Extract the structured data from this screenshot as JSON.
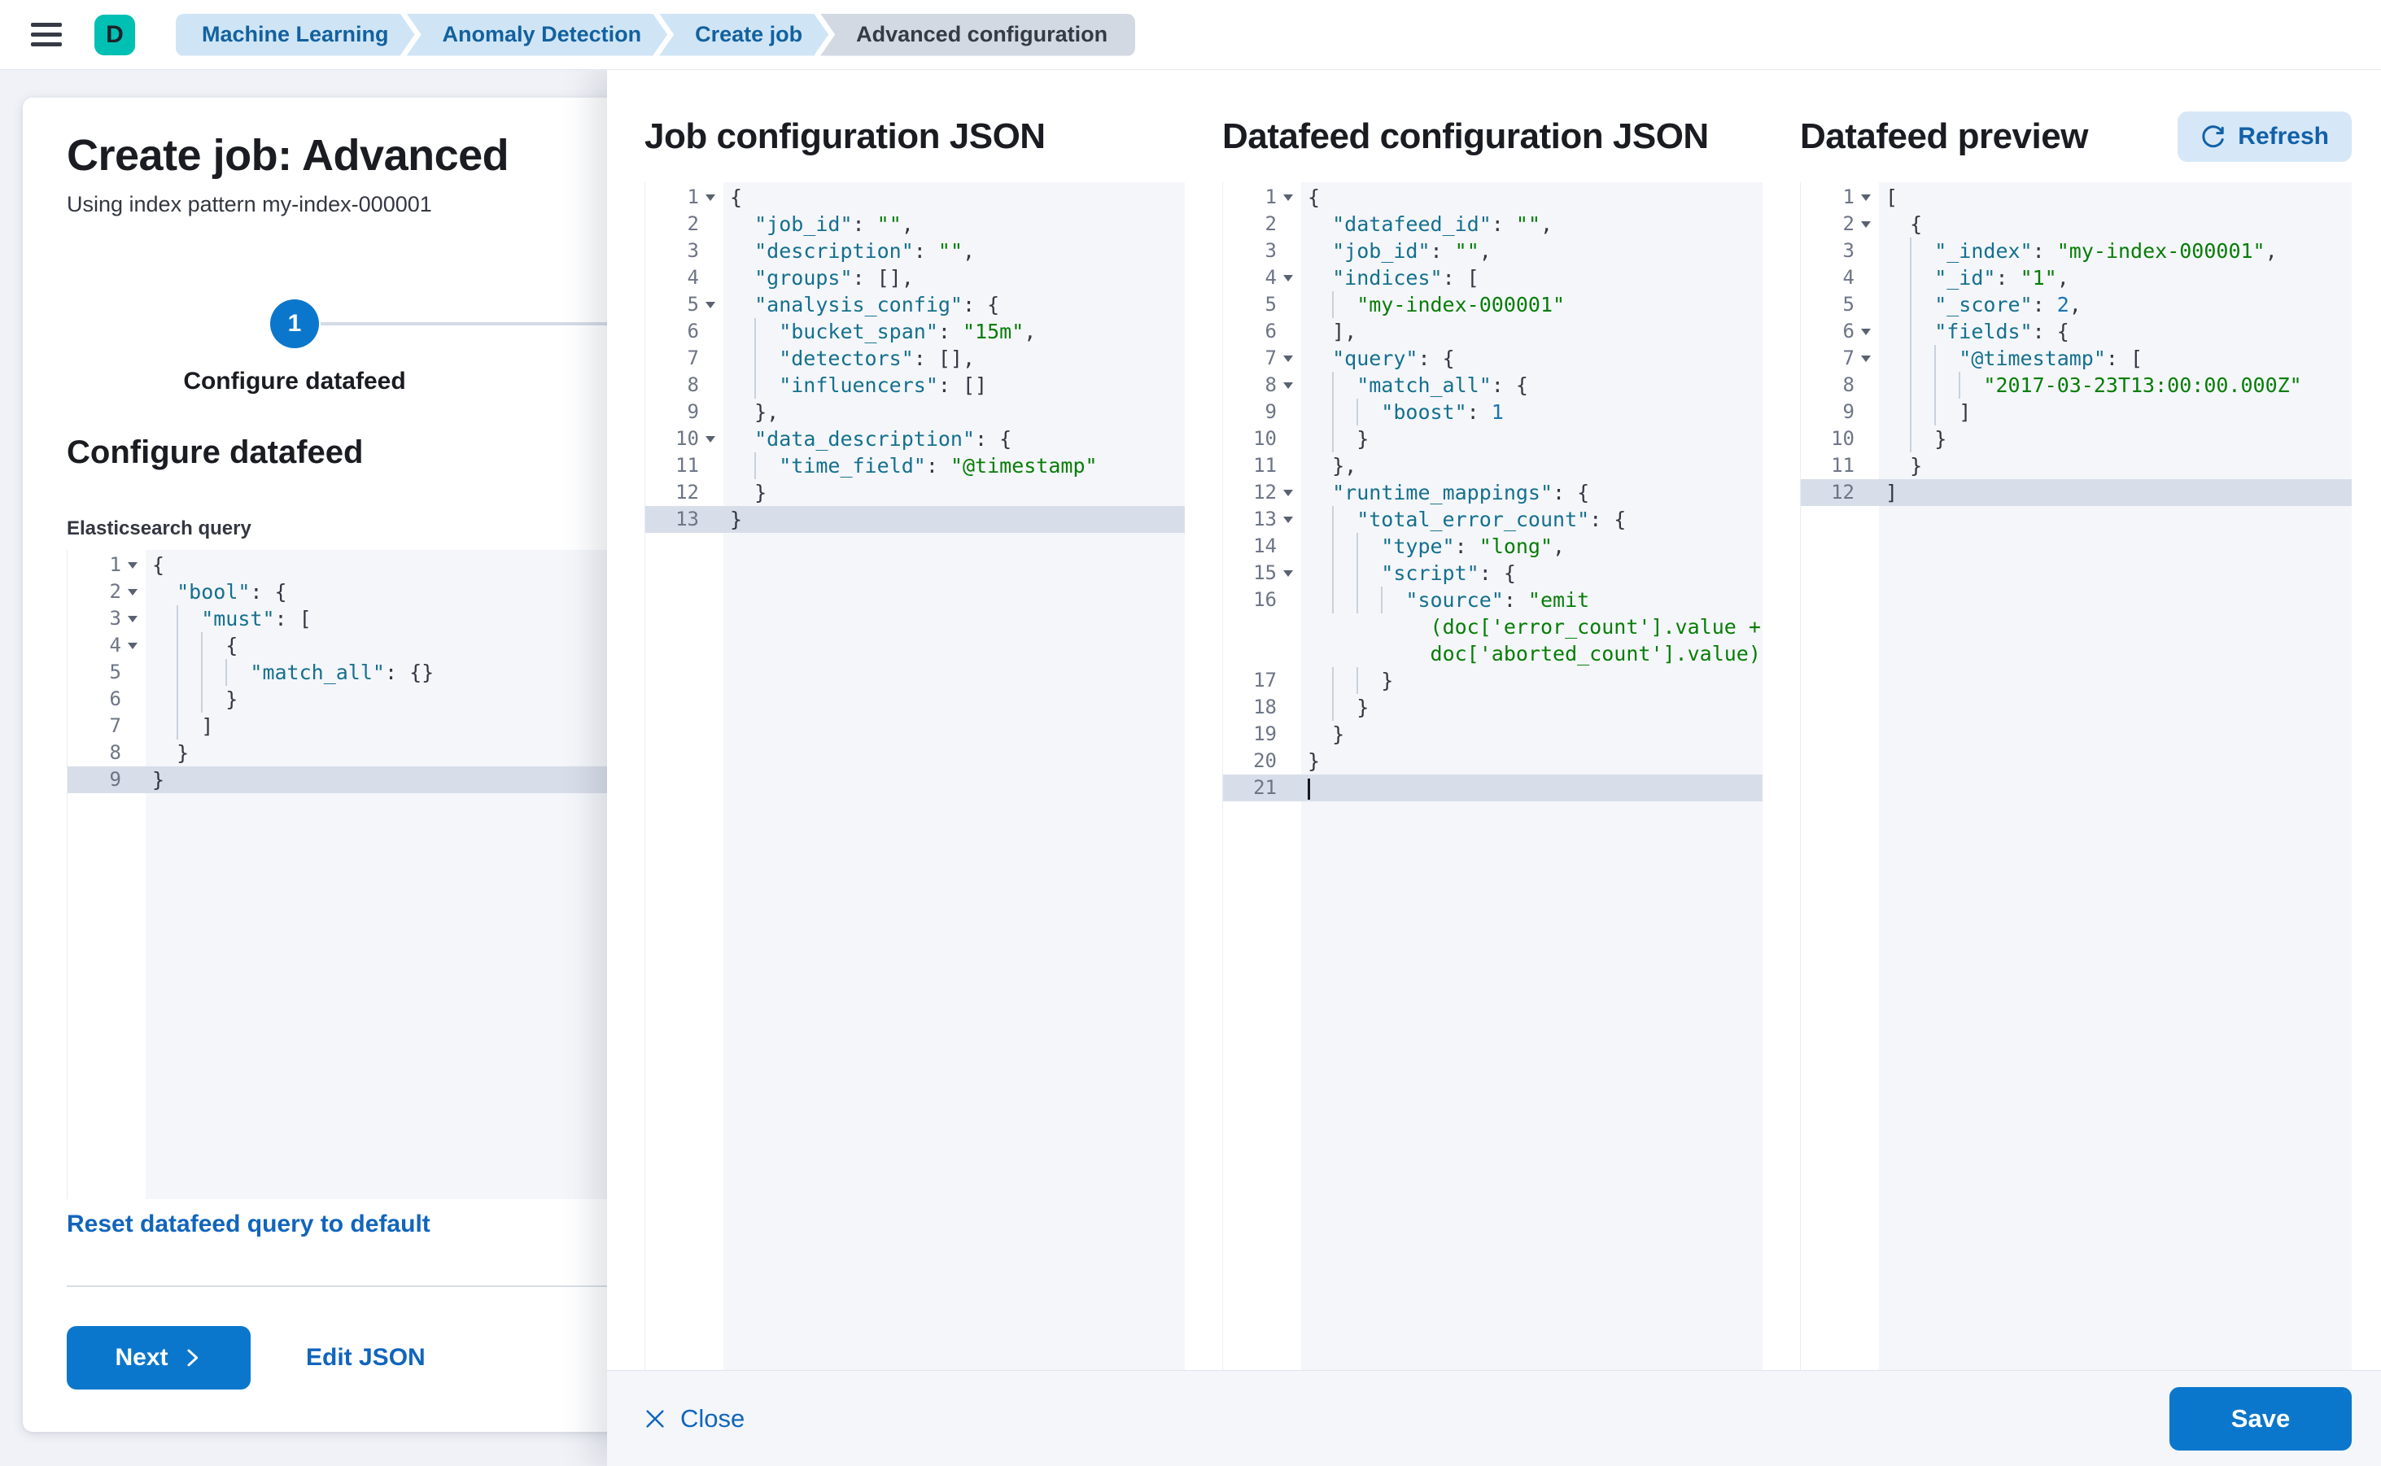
{
  "topbar": {
    "avatar": "D",
    "avatar_color": "#00bfb3",
    "breadcrumbs": [
      {
        "label": "Machine Learning",
        "current": false
      },
      {
        "label": "Anomaly Detection",
        "current": false
      },
      {
        "label": "Create job",
        "current": false
      },
      {
        "label": "Advanced configuration",
        "current": true
      }
    ]
  },
  "panel": {
    "title": "Create job: Advanced",
    "subtitle": "Using index pattern my-index-000001",
    "step_number": "1",
    "step_label": "Configure datafeed",
    "section_heading": "Configure datafeed",
    "query_label": "Elasticsearch query",
    "reset_link": "Reset datafeed query to default",
    "next_label": "Next",
    "edit_json_label": "Edit JSON"
  },
  "flyout": {
    "columns": [
      {
        "title": "Job configuration JSON"
      },
      {
        "title": "Datafeed configuration JSON"
      },
      {
        "title": "Datafeed preview"
      }
    ],
    "refresh_label": "Refresh",
    "close_label": "Close",
    "save_label": "Save"
  },
  "colors": {
    "primary": "#0b77cc",
    "link": "#1165bc",
    "badge": "#00bfb3",
    "code_key": "#15708e",
    "code_string": "#077d06",
    "code_number": "#1a74b4"
  },
  "editors": {
    "es_query": {
      "lines": [
        {
          "n": "1",
          "fold": true,
          "seg": [
            [
              "p",
              "{"
            ]
          ]
        },
        {
          "n": "2",
          "fold": true,
          "seg": [
            [
              "p",
              "  "
            ],
            [
              "k",
              "\"bool\""
            ],
            [
              "p",
              ": {"
            ]
          ]
        },
        {
          "n": "3",
          "fold": true,
          "seg": [
            [
              "p",
              "  "
            ],
            [
              "g"
            ],
            [
              "k",
              "\"must\""
            ],
            [
              "p",
              ": ["
            ]
          ]
        },
        {
          "n": "4",
          "fold": true,
          "seg": [
            [
              "p",
              "  "
            ],
            [
              "g"
            ],
            [
              "g"
            ],
            [
              "p",
              "{"
            ]
          ]
        },
        {
          "n": "5",
          "seg": [
            [
              "p",
              "  "
            ],
            [
              "g"
            ],
            [
              "g"
            ],
            [
              "g"
            ],
            [
              "k",
              "\"match_all\""
            ],
            [
              "p",
              ": {}"
            ]
          ]
        },
        {
          "n": "6",
          "seg": [
            [
              "p",
              "  "
            ],
            [
              "g"
            ],
            [
              "g"
            ],
            [
              "p",
              "}"
            ]
          ]
        },
        {
          "n": "7",
          "seg": [
            [
              "p",
              "  "
            ],
            [
              "g"
            ],
            [
              "p",
              "]"
            ]
          ]
        },
        {
          "n": "8",
          "seg": [
            [
              "p",
              "  "
            ],
            [
              "p",
              "}"
            ]
          ]
        },
        {
          "n": "9",
          "active": true,
          "seg": [
            [
              "p",
              "}"
            ]
          ]
        }
      ]
    },
    "job_config": {
      "lines": [
        {
          "n": "1",
          "fold": true,
          "seg": [
            [
              "p",
              "{"
            ]
          ]
        },
        {
          "n": "2",
          "seg": [
            [
              "p",
              "  "
            ],
            [
              "k",
              "\"job_id\""
            ],
            [
              "p",
              ": "
            ],
            [
              "s",
              "\"\""
            ],
            [
              "p",
              ","
            ]
          ]
        },
        {
          "n": "3",
          "seg": [
            [
              "p",
              "  "
            ],
            [
              "k",
              "\"description\""
            ],
            [
              "p",
              ": "
            ],
            [
              "s",
              "\"\""
            ],
            [
              "p",
              ","
            ]
          ]
        },
        {
          "n": "4",
          "seg": [
            [
              "p",
              "  "
            ],
            [
              "k",
              "\"groups\""
            ],
            [
              "p",
              ": [],"
            ]
          ]
        },
        {
          "n": "5",
          "fold": true,
          "seg": [
            [
              "p",
              "  "
            ],
            [
              "k",
              "\"analysis_config\""
            ],
            [
              "p",
              ": {"
            ]
          ]
        },
        {
          "n": "6",
          "seg": [
            [
              "p",
              "  "
            ],
            [
              "g"
            ],
            [
              "k",
              "\"bucket_span\""
            ],
            [
              "p",
              ": "
            ],
            [
              "s",
              "\"15m\""
            ],
            [
              "p",
              ","
            ]
          ]
        },
        {
          "n": "7",
          "seg": [
            [
              "p",
              "  "
            ],
            [
              "g"
            ],
            [
              "k",
              "\"detectors\""
            ],
            [
              "p",
              ": [],"
            ]
          ]
        },
        {
          "n": "8",
          "seg": [
            [
              "p",
              "  "
            ],
            [
              "g"
            ],
            [
              "k",
              "\"influencers\""
            ],
            [
              "p",
              ": []"
            ]
          ]
        },
        {
          "n": "9",
          "seg": [
            [
              "p",
              "  "
            ],
            [
              "p",
              "},"
            ]
          ]
        },
        {
          "n": "10",
          "fold": true,
          "seg": [
            [
              "p",
              "  "
            ],
            [
              "k",
              "\"data_description\""
            ],
            [
              "p",
              ": {"
            ]
          ]
        },
        {
          "n": "11",
          "seg": [
            [
              "p",
              "  "
            ],
            [
              "g"
            ],
            [
              "k",
              "\"time_field\""
            ],
            [
              "p",
              ": "
            ],
            [
              "s",
              "\"@timestamp\""
            ]
          ]
        },
        {
          "n": "12",
          "seg": [
            [
              "p",
              "  "
            ],
            [
              "p",
              "}"
            ]
          ]
        },
        {
          "n": "13",
          "active": true,
          "seg": [
            [
              "p",
              "}"
            ]
          ]
        }
      ]
    },
    "datafeed_config": {
      "lines": [
        {
          "n": "1",
          "fold": true,
          "seg": [
            [
              "p",
              "{"
            ]
          ]
        },
        {
          "n": "2",
          "seg": [
            [
              "p",
              "  "
            ],
            [
              "k",
              "\"datafeed_id\""
            ],
            [
              "p",
              ": "
            ],
            [
              "s",
              "\"\""
            ],
            [
              "p",
              ","
            ]
          ]
        },
        {
          "n": "3",
          "seg": [
            [
              "p",
              "  "
            ],
            [
              "k",
              "\"job_id\""
            ],
            [
              "p",
              ": "
            ],
            [
              "s",
              "\"\""
            ],
            [
              "p",
              ","
            ]
          ]
        },
        {
          "n": "4",
          "fold": true,
          "seg": [
            [
              "p",
              "  "
            ],
            [
              "k",
              "\"indices\""
            ],
            [
              "p",
              ": ["
            ]
          ]
        },
        {
          "n": "5",
          "seg": [
            [
              "p",
              "  "
            ],
            [
              "g"
            ],
            [
              "s",
              "\"my-index-000001\""
            ]
          ]
        },
        {
          "n": "6",
          "seg": [
            [
              "p",
              "  "
            ],
            [
              "p",
              "],"
            ]
          ]
        },
        {
          "n": "7",
          "fold": true,
          "seg": [
            [
              "p",
              "  "
            ],
            [
              "k",
              "\"query\""
            ],
            [
              "p",
              ": {"
            ]
          ]
        },
        {
          "n": "8",
          "fold": true,
          "seg": [
            [
              "p",
              "  "
            ],
            [
              "g"
            ],
            [
              "k",
              "\"match_all\""
            ],
            [
              "p",
              ": {"
            ]
          ]
        },
        {
          "n": "9",
          "seg": [
            [
              "p",
              "  "
            ],
            [
              "g"
            ],
            [
              "g"
            ],
            [
              "k",
              "\"boost\""
            ],
            [
              "p",
              ": "
            ],
            [
              "n2",
              "1"
            ]
          ]
        },
        {
          "n": "10",
          "seg": [
            [
              "p",
              "  "
            ],
            [
              "g"
            ],
            [
              "p",
              "}"
            ]
          ]
        },
        {
          "n": "11",
          "seg": [
            [
              "p",
              "  "
            ],
            [
              "p",
              "},"
            ]
          ]
        },
        {
          "n": "12",
          "fold": true,
          "seg": [
            [
              "p",
              "  "
            ],
            [
              "k",
              "\"runtime_mappings\""
            ],
            [
              "p",
              ": {"
            ]
          ]
        },
        {
          "n": "13",
          "fold": true,
          "seg": [
            [
              "p",
              "  "
            ],
            [
              "g"
            ],
            [
              "k",
              "\"total_error_count\""
            ],
            [
              "p",
              ": {"
            ]
          ]
        },
        {
          "n": "14",
          "seg": [
            [
              "p",
              "  "
            ],
            [
              "g"
            ],
            [
              "g"
            ],
            [
              "k",
              "\"type\""
            ],
            [
              "p",
              ": "
            ],
            [
              "s",
              "\"long\""
            ],
            [
              "p",
              ","
            ]
          ]
        },
        {
          "n": "15",
          "fold": true,
          "seg": [
            [
              "p",
              "  "
            ],
            [
              "g"
            ],
            [
              "g"
            ],
            [
              "k",
              "\"script\""
            ],
            [
              "p",
              ": {"
            ]
          ]
        },
        {
          "n": "16",
          "seg": [
            [
              "p",
              "  "
            ],
            [
              "g"
            ],
            [
              "g"
            ],
            [
              "g"
            ],
            [
              "k",
              "\"source\""
            ],
            [
              "p",
              ": "
            ],
            [
              "s",
              "\"emit"
            ]
          ]
        },
        {
          "n": "",
          "seg": [
            [
              "p",
              "          "
            ],
            [
              "s",
              "(doc['error_count'].value +"
            ]
          ]
        },
        {
          "n": "",
          "seg": [
            [
              "p",
              "          "
            ],
            [
              "s",
              "doc['aborted_count'].value)\""
            ]
          ]
        },
        {
          "n": "17",
          "seg": [
            [
              "p",
              "  "
            ],
            [
              "g"
            ],
            [
              "g"
            ],
            [
              "p",
              "}"
            ]
          ]
        },
        {
          "n": "18",
          "seg": [
            [
              "p",
              "  "
            ],
            [
              "g"
            ],
            [
              "p",
              "}"
            ]
          ]
        },
        {
          "n": "19",
          "seg": [
            [
              "p",
              "  "
            ],
            [
              "p",
              "}"
            ]
          ]
        },
        {
          "n": "20",
          "seg": [
            [
              "p",
              "}"
            ]
          ]
        },
        {
          "n": "21",
          "active": true,
          "cursor": true,
          "seg": []
        }
      ]
    },
    "datafeed_preview": {
      "lines": [
        {
          "n": "1",
          "fold": true,
          "seg": [
            [
              "p",
              "["
            ]
          ]
        },
        {
          "n": "2",
          "fold": true,
          "seg": [
            [
              "p",
              "  "
            ],
            [
              "p",
              "{"
            ]
          ]
        },
        {
          "n": "3",
          "seg": [
            [
              "p",
              "  "
            ],
            [
              "g"
            ],
            [
              "k",
              "\"_index\""
            ],
            [
              "p",
              ": "
            ],
            [
              "s",
              "\"my-index-000001\""
            ],
            [
              "p",
              ","
            ]
          ]
        },
        {
          "n": "4",
          "seg": [
            [
              "p",
              "  "
            ],
            [
              "g"
            ],
            [
              "k",
              "\"_id\""
            ],
            [
              "p",
              ": "
            ],
            [
              "s",
              "\"1\""
            ],
            [
              "p",
              ","
            ]
          ]
        },
        {
          "n": "5",
          "seg": [
            [
              "p",
              "  "
            ],
            [
              "g"
            ],
            [
              "k",
              "\"_score\""
            ],
            [
              "p",
              ": "
            ],
            [
              "n2",
              "2"
            ],
            [
              "p",
              ","
            ]
          ]
        },
        {
          "n": "6",
          "fold": true,
          "seg": [
            [
              "p",
              "  "
            ],
            [
              "g"
            ],
            [
              "k",
              "\"fields\""
            ],
            [
              "p",
              ": {"
            ]
          ]
        },
        {
          "n": "7",
          "fold": true,
          "seg": [
            [
              "p",
              "  "
            ],
            [
              "g"
            ],
            [
              "g"
            ],
            [
              "k",
              "\"@timestamp\""
            ],
            [
              "p",
              ": ["
            ]
          ]
        },
        {
          "n": "8",
          "seg": [
            [
              "p",
              "  "
            ],
            [
              "g"
            ],
            [
              "g"
            ],
            [
              "g"
            ],
            [
              "s",
              "\"2017-03-23T13:00:00.000Z\""
            ]
          ]
        },
        {
          "n": "9",
          "seg": [
            [
              "p",
              "  "
            ],
            [
              "g"
            ],
            [
              "g"
            ],
            [
              "p",
              "]"
            ]
          ]
        },
        {
          "n": "10",
          "seg": [
            [
              "p",
              "  "
            ],
            [
              "g"
            ],
            [
              "p",
              "}"
            ]
          ]
        },
        {
          "n": "11",
          "seg": [
            [
              "p",
              "  "
            ],
            [
              "p",
              "}"
            ]
          ]
        },
        {
          "n": "12",
          "active": true,
          "seg": [
            [
              "p",
              "]"
            ]
          ]
        }
      ]
    }
  }
}
